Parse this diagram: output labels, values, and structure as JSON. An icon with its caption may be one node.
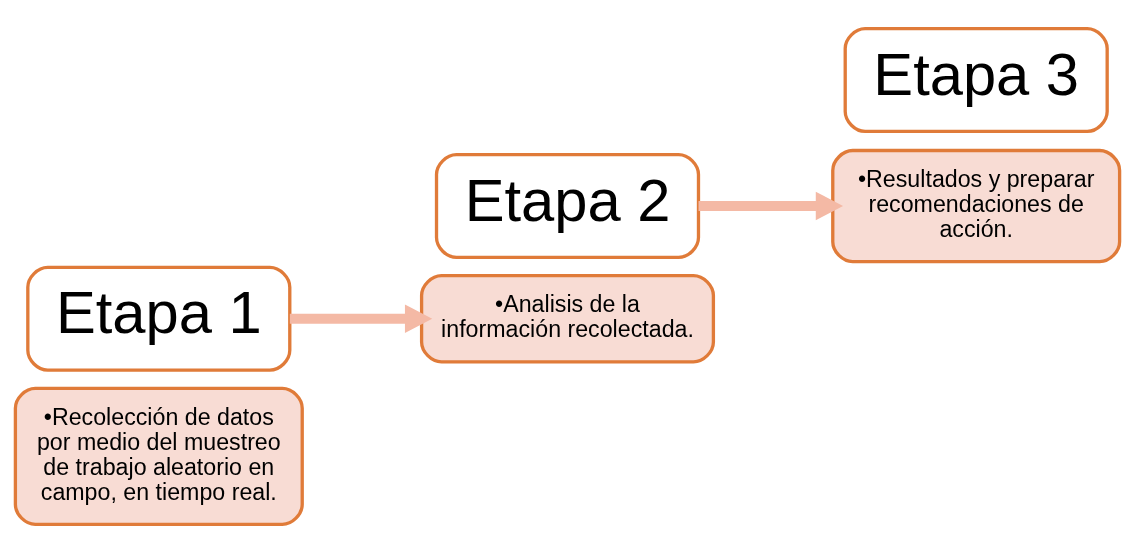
{
  "diagram": {
    "nodes": [
      {
        "text": [
          "•Recolección de datos por medio del muestreo de trabajo aleatorio en campo, en tiempo real."
        ]
      },
      {
        "text": [
          "Etapa 1"
        ]
      },
      {
        "text": [
          "Etapa 2"
        ]
      },
      {
        "text": [
          "•Analisis de la información recolectada."
        ]
      },
      {
        "text": [
          "•Resultados y preparar recomendaciones de acción."
        ]
      },
      {
        "text": [
          "Etapa 3"
        ]
      }
    ],
    "edges": [
      {
        "from": 1,
        "to": 3,
        "arrow": "to"
      },
      {
        "from": 2,
        "to": 4,
        "arrow": "to"
      }
    ]
  }
}
